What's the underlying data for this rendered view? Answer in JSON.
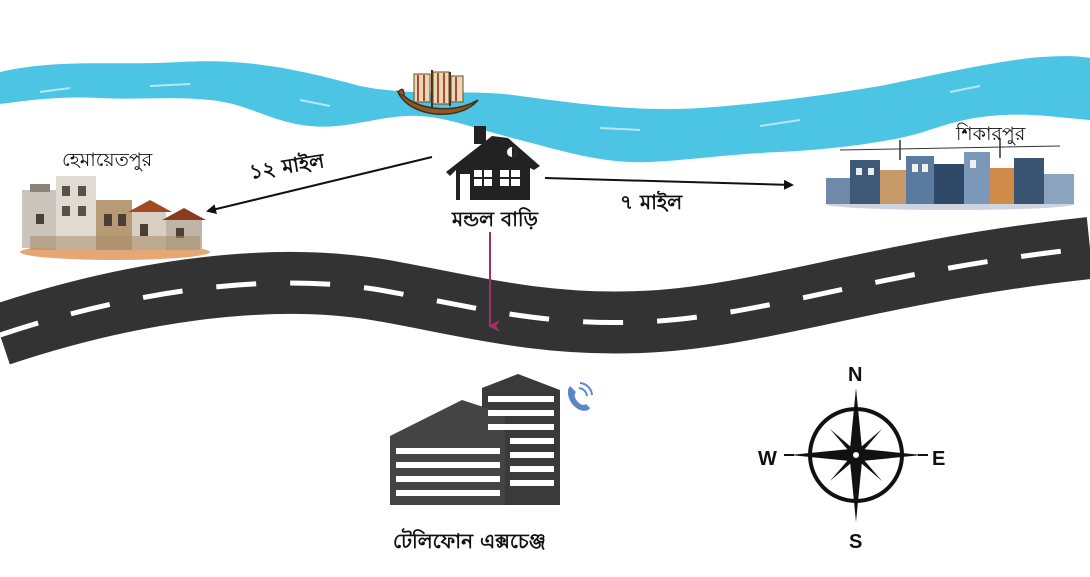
{
  "places": {
    "hemayetpur": "হেমায়েতপুর",
    "shikarpur": "শিকারপুর",
    "mondol_bari": "মন্ডল বাড়ি",
    "telephone_exchange": "টেলিফোন এক্সচেঞ্জ"
  },
  "distances": {
    "to_hemayetpur": "১২ মাইল",
    "to_shikarpur": "৭ মাইল"
  },
  "compass": {
    "north": "N",
    "south": "S",
    "west": "W",
    "east": "E"
  },
  "colors": {
    "river": "#4cc4e4",
    "road": "#333333",
    "road_marking": "#ffffff",
    "arrow_to_exchange": "#a0306a",
    "phone_badge": "#5a86c8"
  },
  "icons": [
    "sailboat-icon",
    "house-icon",
    "office-building-icon",
    "phone-icon",
    "compass-icon"
  ]
}
